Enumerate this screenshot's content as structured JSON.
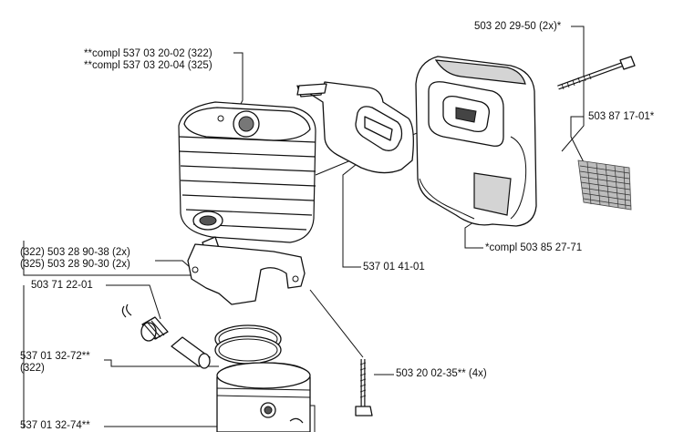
{
  "labels": {
    "screw_2x": "503 20 29-50 (2x)*",
    "cyl_322": "**compl 537 03 20-02 (322)",
    "cyl_325": "**compl 537 03 20-04 (325)",
    "screen": "503 87 17-01*",
    "gasket": "537 01 41-01",
    "muffler": "*compl 503 85 27-71",
    "bolt_322": "(322) 503 28 90-38 (2x)",
    "bolt_325": "(325) 503 28 90-30 (2x)",
    "bearing": "503 71 22-01",
    "piston_a": "537 01 32-72**",
    "piston_a_note": "(322)",
    "piston_b": "537 01 32-74**",
    "screw_4x": "503 20 02-35** (4x)"
  }
}
